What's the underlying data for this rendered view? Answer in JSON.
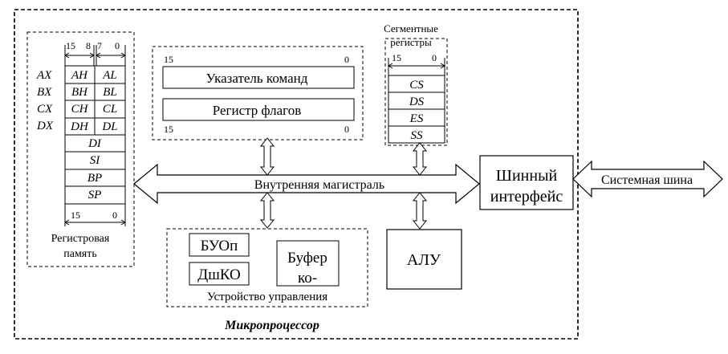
{
  "processor": {
    "label": "Микропроцессор"
  },
  "register_memory": {
    "label_line1": "Регистровая",
    "label_line2": "память",
    "bits": {
      "high_top": "15",
      "mid_top": "8",
      "mid7_top": "7",
      "low_top": "0",
      "high_bottom": "15",
      "low_bottom": "0"
    },
    "row_labels": [
      "AX",
      "BX",
      "CX",
      "DX"
    ],
    "split_rows": [
      {
        "high": "AH",
        "low": "AL"
      },
      {
        "high": "BH",
        "low": "BL"
      },
      {
        "high": "CH",
        "low": "CL"
      },
      {
        "high": "DH",
        "low": "DL"
      }
    ],
    "full_rows": [
      "DI",
      "SI",
      "BP",
      "SP"
    ]
  },
  "control_block": {
    "bit_high_top": "15",
    "bit_low_top": "0",
    "bit_high_bottom": "15",
    "bit_low_bottom": "0",
    "instruction_pointer": "Указатель команд",
    "flags_register": "Регистр флагов"
  },
  "segment_registers": {
    "title_line1": "Сегментные",
    "title_line2": "регистры",
    "bit_high": "15",
    "bit_low": "0",
    "rows": [
      "CS",
      "DS",
      "ES",
      "SS"
    ]
  },
  "internal_bus": {
    "label": "Внутренняя магистраль"
  },
  "bus_interface": {
    "label_line1": "Шинный",
    "label_line2": "интерфейс"
  },
  "system_bus": {
    "label": "Системная шина"
  },
  "control_unit": {
    "label": "Устройство управления",
    "buop": "БУОп",
    "dshko": "ДшКО",
    "buffer_line1": "Буфер",
    "buffer_line2": "ко-"
  },
  "alu": {
    "label": "АЛУ"
  }
}
